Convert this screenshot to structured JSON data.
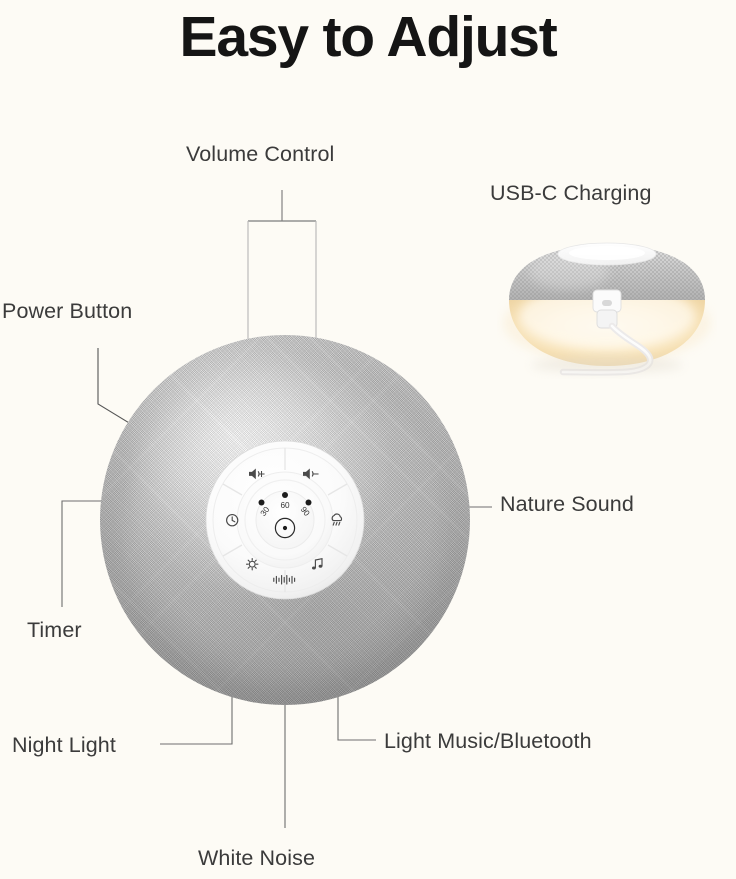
{
  "title": "Easy to Adjust",
  "background_color": "#FDFBF5",
  "label_color": "#3b3b3b",
  "title_color": "#151515",
  "labels": {
    "volume_control": "Volume Control",
    "usbc_charging": "USB-C Charging",
    "power_button": "Power Button",
    "nature_sound": "Nature Sound",
    "timer": "Timer",
    "night_light": "Night Light",
    "light_music_bluetooth": "Light Music/Bluetooth",
    "white_noise": "White Noise"
  },
  "control_panel": {
    "timer_marks": [
      "30",
      "60",
      "90"
    ],
    "buttons": [
      {
        "id": "volume-up",
        "icon": "speaker-plus-icon",
        "label": "Volume Up",
        "position": "top-left"
      },
      {
        "id": "volume-down",
        "icon": "speaker-minus-icon",
        "label": "Volume Down",
        "position": "top-right"
      },
      {
        "id": "timer",
        "icon": "clock-icon",
        "label": "Timer",
        "position": "left"
      },
      {
        "id": "nature-sound",
        "icon": "rain-cloud-icon",
        "label": "Nature Sound",
        "position": "right"
      },
      {
        "id": "night-light",
        "icon": "sun-icon",
        "label": "Night Light",
        "position": "bottom-left"
      },
      {
        "id": "light-music",
        "icon": "music-note-icon",
        "label": "Light Music / Bluetooth",
        "position": "bottom-right"
      },
      {
        "id": "white-noise",
        "icon": "sound-wave-icon",
        "label": "White Noise",
        "position": "bottom-center"
      },
      {
        "id": "power",
        "icon": "power-dot-icon",
        "label": "Power Button",
        "position": "center"
      }
    ]
  },
  "product": {
    "body_color": "#ffffff",
    "fabric_color": "#c9c9c9",
    "night_light_glow": "#f7e2b4",
    "cable_color": "#f2f2f2"
  }
}
